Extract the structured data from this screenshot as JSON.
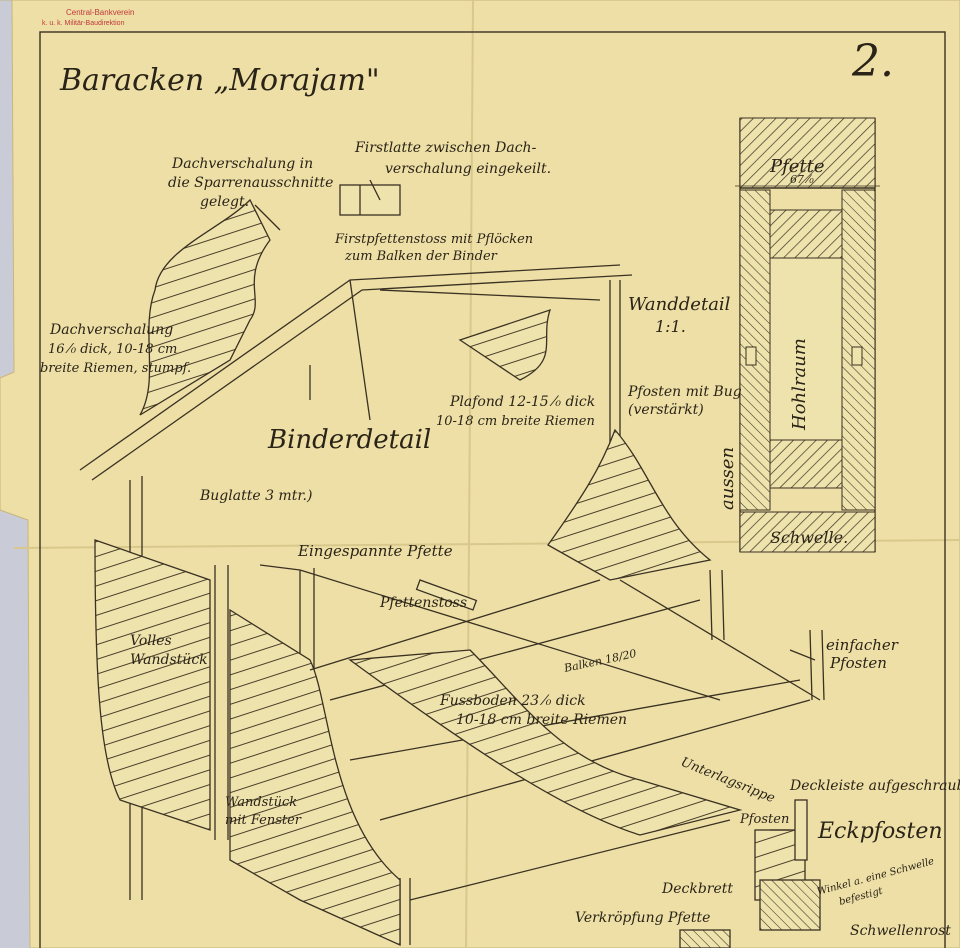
{
  "sheet": {
    "title": "Baracken „Morajam\"",
    "sheet_number": "2.",
    "stamp_line1": "Central-Bankverein",
    "stamp_line2": "k. u. k. Militär-Baudirektion"
  },
  "labels": {
    "dachverschalung_gelegt": [
      "Dachverschalung in",
      "die Sparrenausschnitte",
      "gelegt."
    ],
    "firstlatte": [
      "Firstlatte zwischen Dach-",
      "verschalung eingekeilt."
    ],
    "firstpfettenstoss": [
      "Firstpfettenstoss mit Pflöcken",
      "zum Balken der Binder"
    ],
    "dachverschalung_dick": [
      "Dachverschalung",
      "16 ⁄₀ dick, 10-18 cm",
      "breite Riemen, stumpf."
    ],
    "plafond": [
      "Plafond 12-15 ⁄₀ dick",
      "10-18 cm breite Riemen"
    ],
    "pfosten_bug": [
      "Pfosten mit Bug",
      "(verstärkt)"
    ],
    "binderdetail": "Binderdetail",
    "buglatte": "Buglatte 3 mtr.)",
    "eingespannte_pfette": "Eingespannte Pfette",
    "pfettenstoss": "Pfettenstoss",
    "balken": "Balken 18/20",
    "fussboden": [
      "Fussboden 23 ⁄₀ dick",
      "10-18 cm breite Riemen"
    ],
    "einfacher_pfosten": [
      "einfacher",
      "Pfosten"
    ],
    "unterlagsrippe": "Unterlagsrippe",
    "deckleiste": "Deckleiste aufgeschraubt",
    "eckpfosten": "Eckpfosten",
    "pfosten_small": "Pfosten",
    "winkel": [
      "Winkel a. eine Schwelle",
      "befestigt"
    ],
    "deckbrett": "Deckbrett",
    "schwellen": "Schwellenrost",
    "verkroepfung": "Verkröpfung Pfette",
    "volles_wandstueck": [
      "Volles",
      "Wandstück"
    ],
    "wandstueck_fenster": [
      "Wandstück",
      "mit Fenster"
    ]
  },
  "wall_detail": {
    "pfette": "Pfette",
    "dimension": "67 ⁄₀",
    "title": [
      "Wanddetail",
      "1:1."
    ],
    "hohlraum": "Hohlraum",
    "aussen": "aussen",
    "schwelle": "Schwelle."
  }
}
